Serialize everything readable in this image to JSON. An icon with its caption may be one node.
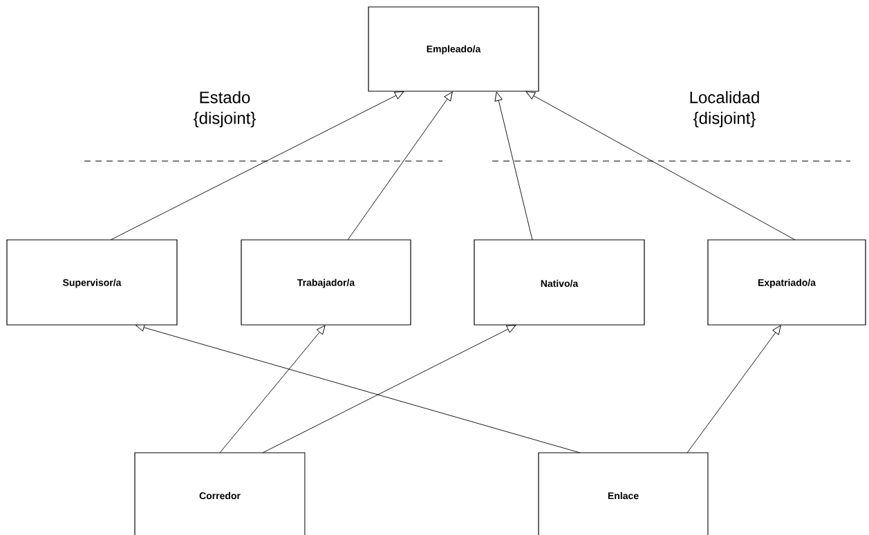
{
  "diagram": {
    "nodes": [
      {
        "text": [
          "Empleado/a"
        ]
      },
      {
        "text": [
          "Supervisor/a"
        ]
      },
      {
        "text": [
          "Trabajador/a"
        ]
      },
      {
        "text": [
          "Nativo/a"
        ]
      },
      {
        "text": [
          "Expatriado/a"
        ]
      },
      {
        "text": [
          "Corredor"
        ]
      },
      {
        "text": [
          "Enlace"
        ]
      }
    ],
    "edges": [
      {
        "from": 1,
        "to": 0,
        "arrow": "to"
      },
      {
        "from": 2,
        "to": 0,
        "arrow": "to"
      },
      {
        "from": 3,
        "to": 0,
        "arrow": "to"
      },
      {
        "from": 4,
        "to": 0,
        "arrow": "to"
      },
      {
        "from": 5,
        "to": 2,
        "arrow": "to"
      },
      {
        "from": 5,
        "to": 3,
        "arrow": "to"
      },
      {
        "from": 6,
        "to": 1,
        "arrow": "to"
      },
      {
        "from": 6,
        "to": 4,
        "arrow": "to"
      }
    ],
    "labels": [
      "Estado {disjoint}",
      "Localidad {disjoint}"
    ]
  }
}
